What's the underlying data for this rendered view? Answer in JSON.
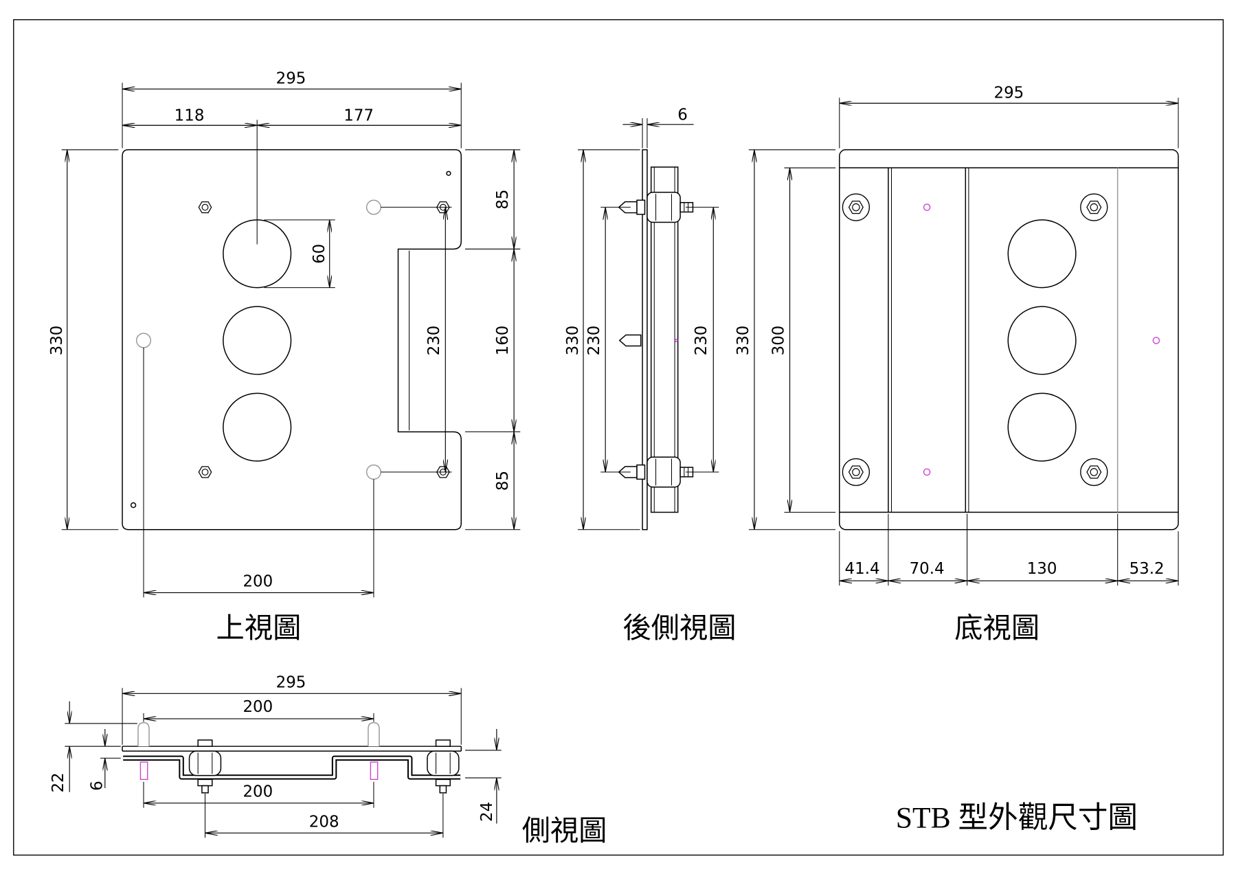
{
  "drawing_title": "STB 型外觀尺寸圖",
  "top_view": {
    "title": "上視圖",
    "dim_width": "295",
    "dim_left_to_hole": "118",
    "dim_hole_to_right": "177",
    "dim_height": "330",
    "dim_hole_dia": "60",
    "dim_bolt_spacing": "230",
    "dim_top_margin": "85",
    "dim_notch": "160",
    "dim_bottom_margin": "85",
    "dim_pin_spacing": "200"
  },
  "rear_view": {
    "title": "後側視圖",
    "dim_thickness": "6",
    "dim_height": "330",
    "dim_bolt_left": "230",
    "dim_bolt_right": "230"
  },
  "bottom_view": {
    "title": "底視圖",
    "dim_width": "295",
    "dim_height": "330",
    "dim_inner_height": "300",
    "segments": [
      "41.4",
      "70.4",
      "130",
      "53.2"
    ]
  },
  "side_view": {
    "title": "側視圖",
    "dim_width": "295",
    "dim_pin_top": "200",
    "dim_pin_height": "22",
    "dim_plate": "6",
    "dim_pin_bottom": "200",
    "dim_mount_spacing": "208",
    "dim_depth": "24"
  },
  "colors": {
    "line": "#000000",
    "hole_outline": "#9a9a9a",
    "marker": "#d040d0"
  }
}
